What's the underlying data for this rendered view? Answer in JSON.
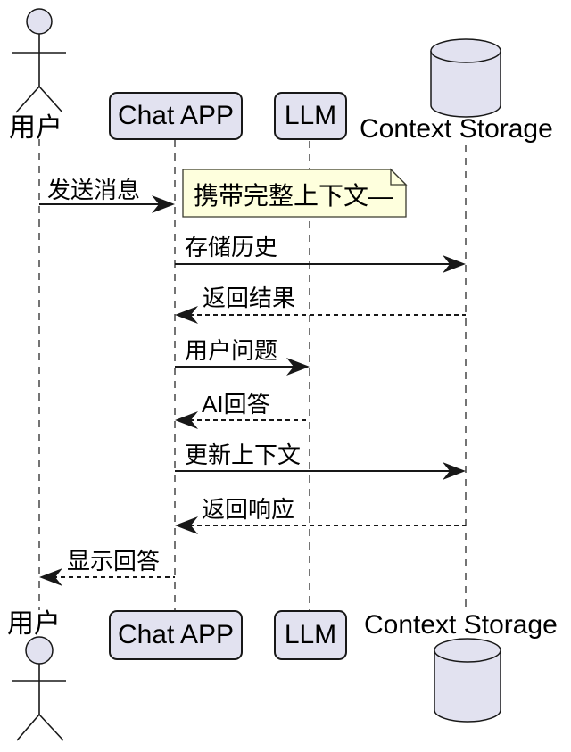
{
  "diagram": {
    "type": "sequence-diagram",
    "participants": [
      {
        "name": "用户",
        "kind": "actor"
      },
      {
        "name": "Chat APP",
        "kind": "participant"
      },
      {
        "name": "LLM",
        "kind": "participant"
      },
      {
        "name": "Context Storage",
        "kind": "database"
      }
    ],
    "note": {
      "text": "携带完整上下文—",
      "attached_near": "Chat APP"
    },
    "messages": [
      {
        "label": "发送消息",
        "from": "用户",
        "to": "Chat APP",
        "line": "solid"
      },
      {
        "label": "存储历史",
        "from": "Chat APP",
        "to": "Context Storage",
        "line": "solid"
      },
      {
        "label": "返回结果",
        "from": "Context Storage",
        "to": "Chat APP",
        "line": "dashed"
      },
      {
        "label": "用户问题",
        "from": "Chat APP",
        "to": "LLM",
        "line": "solid"
      },
      {
        "label": "AI回答",
        "from": "LLM",
        "to": "Chat APP",
        "line": "dashed"
      },
      {
        "label": "更新上下文",
        "from": "Chat APP",
        "to": "Context Storage",
        "line": "solid"
      },
      {
        "label": "返回响应",
        "from": "Context Storage",
        "to": "Chat APP",
        "line": "dashed"
      },
      {
        "label": "显示回答",
        "from": "Chat APP",
        "to": "用户",
        "line": "dashed"
      }
    ],
    "colors": {
      "participant_fill": "#E2E2F0",
      "participant_border": "#181818",
      "note_fill": "#FEFFDD",
      "note_border": "#3A3A2E",
      "line_color": "#181818",
      "background": "#FFFFFF"
    }
  }
}
